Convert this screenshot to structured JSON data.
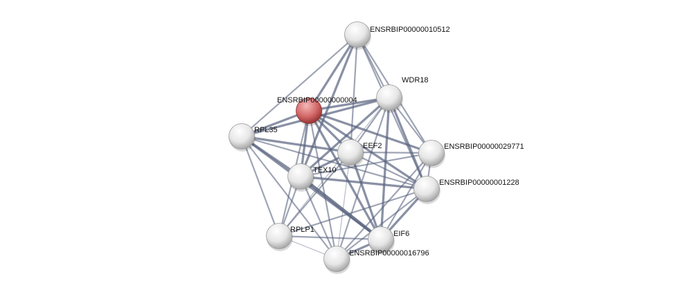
{
  "network": {
    "query_color": "#d9534f",
    "edge_color": "#5a6480",
    "nodes": [
      {
        "id": "n10512",
        "label": "ENSRBIP00000010512",
        "query": false
      },
      {
        "id": "nq",
        "label": "ENSRBIP00000000004",
        "query": true
      },
      {
        "id": "wdr18",
        "label": "WDR18",
        "query": false
      },
      {
        "id": "rpl35",
        "label": "RPL35",
        "query": false
      },
      {
        "id": "eef2",
        "label": "EEF2",
        "query": false
      },
      {
        "id": "n29771",
        "label": "ENSRBIP00000029771",
        "query": false
      },
      {
        "id": "tex10",
        "label": "TEX10",
        "query": false
      },
      {
        "id": "n1228",
        "label": "ENSRBIP00000001228",
        "query": false
      },
      {
        "id": "rplp1",
        "label": "RPLP1",
        "query": false
      },
      {
        "id": "eif6",
        "label": "EIF6",
        "query": false
      },
      {
        "id": "n16796",
        "label": "ENSRBIP00000016796",
        "query": false
      }
    ],
    "edges": [
      [
        "n10512",
        "nq",
        3
      ],
      [
        "n10512",
        "wdr18",
        2
      ],
      [
        "n10512",
        "rpl35",
        2
      ],
      [
        "n10512",
        "eef2",
        2
      ],
      [
        "n10512",
        "tex10",
        3
      ],
      [
        "n10512",
        "n29771",
        2
      ],
      [
        "n10512",
        "n1228",
        2
      ],
      [
        "nq",
        "wdr18",
        3
      ],
      [
        "nq",
        "rpl35",
        3
      ],
      [
        "nq",
        "eef2",
        3
      ],
      [
        "nq",
        "n29771",
        3
      ],
      [
        "nq",
        "tex10",
        3
      ],
      [
        "nq",
        "n1228",
        3
      ],
      [
        "nq",
        "rplp1",
        2
      ],
      [
        "nq",
        "eif6",
        3
      ],
      [
        "nq",
        "n16796",
        2
      ],
      [
        "wdr18",
        "rpl35",
        3
      ],
      [
        "wdr18",
        "eef2",
        2
      ],
      [
        "wdr18",
        "n29771",
        2
      ],
      [
        "wdr18",
        "tex10",
        3
      ],
      [
        "wdr18",
        "n1228",
        3
      ],
      [
        "wdr18",
        "eif6",
        3
      ],
      [
        "wdr18",
        "n16796",
        2
      ],
      [
        "wdr18",
        "rplp1",
        1
      ],
      [
        "rpl35",
        "eef2",
        3
      ],
      [
        "rpl35",
        "tex10",
        3
      ],
      [
        "rpl35",
        "rplp1",
        2
      ],
      [
        "rpl35",
        "n16796",
        2
      ],
      [
        "rpl35",
        "eif6",
        3
      ],
      [
        "rpl35",
        "n1228",
        2
      ],
      [
        "eef2",
        "n29771",
        2
      ],
      [
        "eef2",
        "tex10",
        3
      ],
      [
        "eef2",
        "n1228",
        2
      ],
      [
        "eef2",
        "eif6",
        3
      ],
      [
        "eef2",
        "n16796",
        1
      ],
      [
        "eef2",
        "rplp1",
        2
      ],
      [
        "n29771",
        "tex10",
        2
      ],
      [
        "n29771",
        "n1228",
        2
      ],
      [
        "n29771",
        "eif6",
        2
      ],
      [
        "n29771",
        "n16796",
        2
      ],
      [
        "tex10",
        "n1228",
        3
      ],
      [
        "tex10",
        "rplp1",
        2
      ],
      [
        "tex10",
        "eif6",
        4
      ],
      [
        "tex10",
        "n16796",
        2
      ],
      [
        "n1228",
        "rplp1",
        2
      ],
      [
        "n1228",
        "eif6",
        3
      ],
      [
        "n1228",
        "n16796",
        2
      ],
      [
        "rplp1",
        "eif6",
        2
      ],
      [
        "rplp1",
        "n16796",
        1
      ],
      [
        "eif6",
        "n16796",
        3
      ]
    ]
  }
}
